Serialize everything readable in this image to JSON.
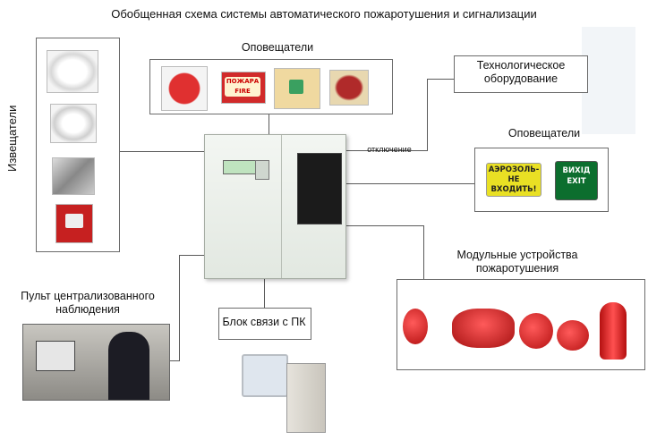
{
  "title": "Обобщенная схема системы автоматического пожаротушения и сигнализации",
  "detectors_label": "Извещатели",
  "annunciators_top_label": "Оповещатели",
  "annunciators_right_label": "Оповещатели",
  "tech_equipment_label": "Технологическое оборудование",
  "disconnect_label": "отключение",
  "modular_label": "Модульные устройства пожаротушения",
  "central_label": "Пульт централизованного наблюдения",
  "pc_link_label": "Блок связи с ПК",
  "signs": {
    "fire": "ПОЖАРА FIRE",
    "aerosol": "АЭРОЗОЛЬ- НЕ ВХОДИТЬ!",
    "exit": "ВИХІД EXIT"
  }
}
